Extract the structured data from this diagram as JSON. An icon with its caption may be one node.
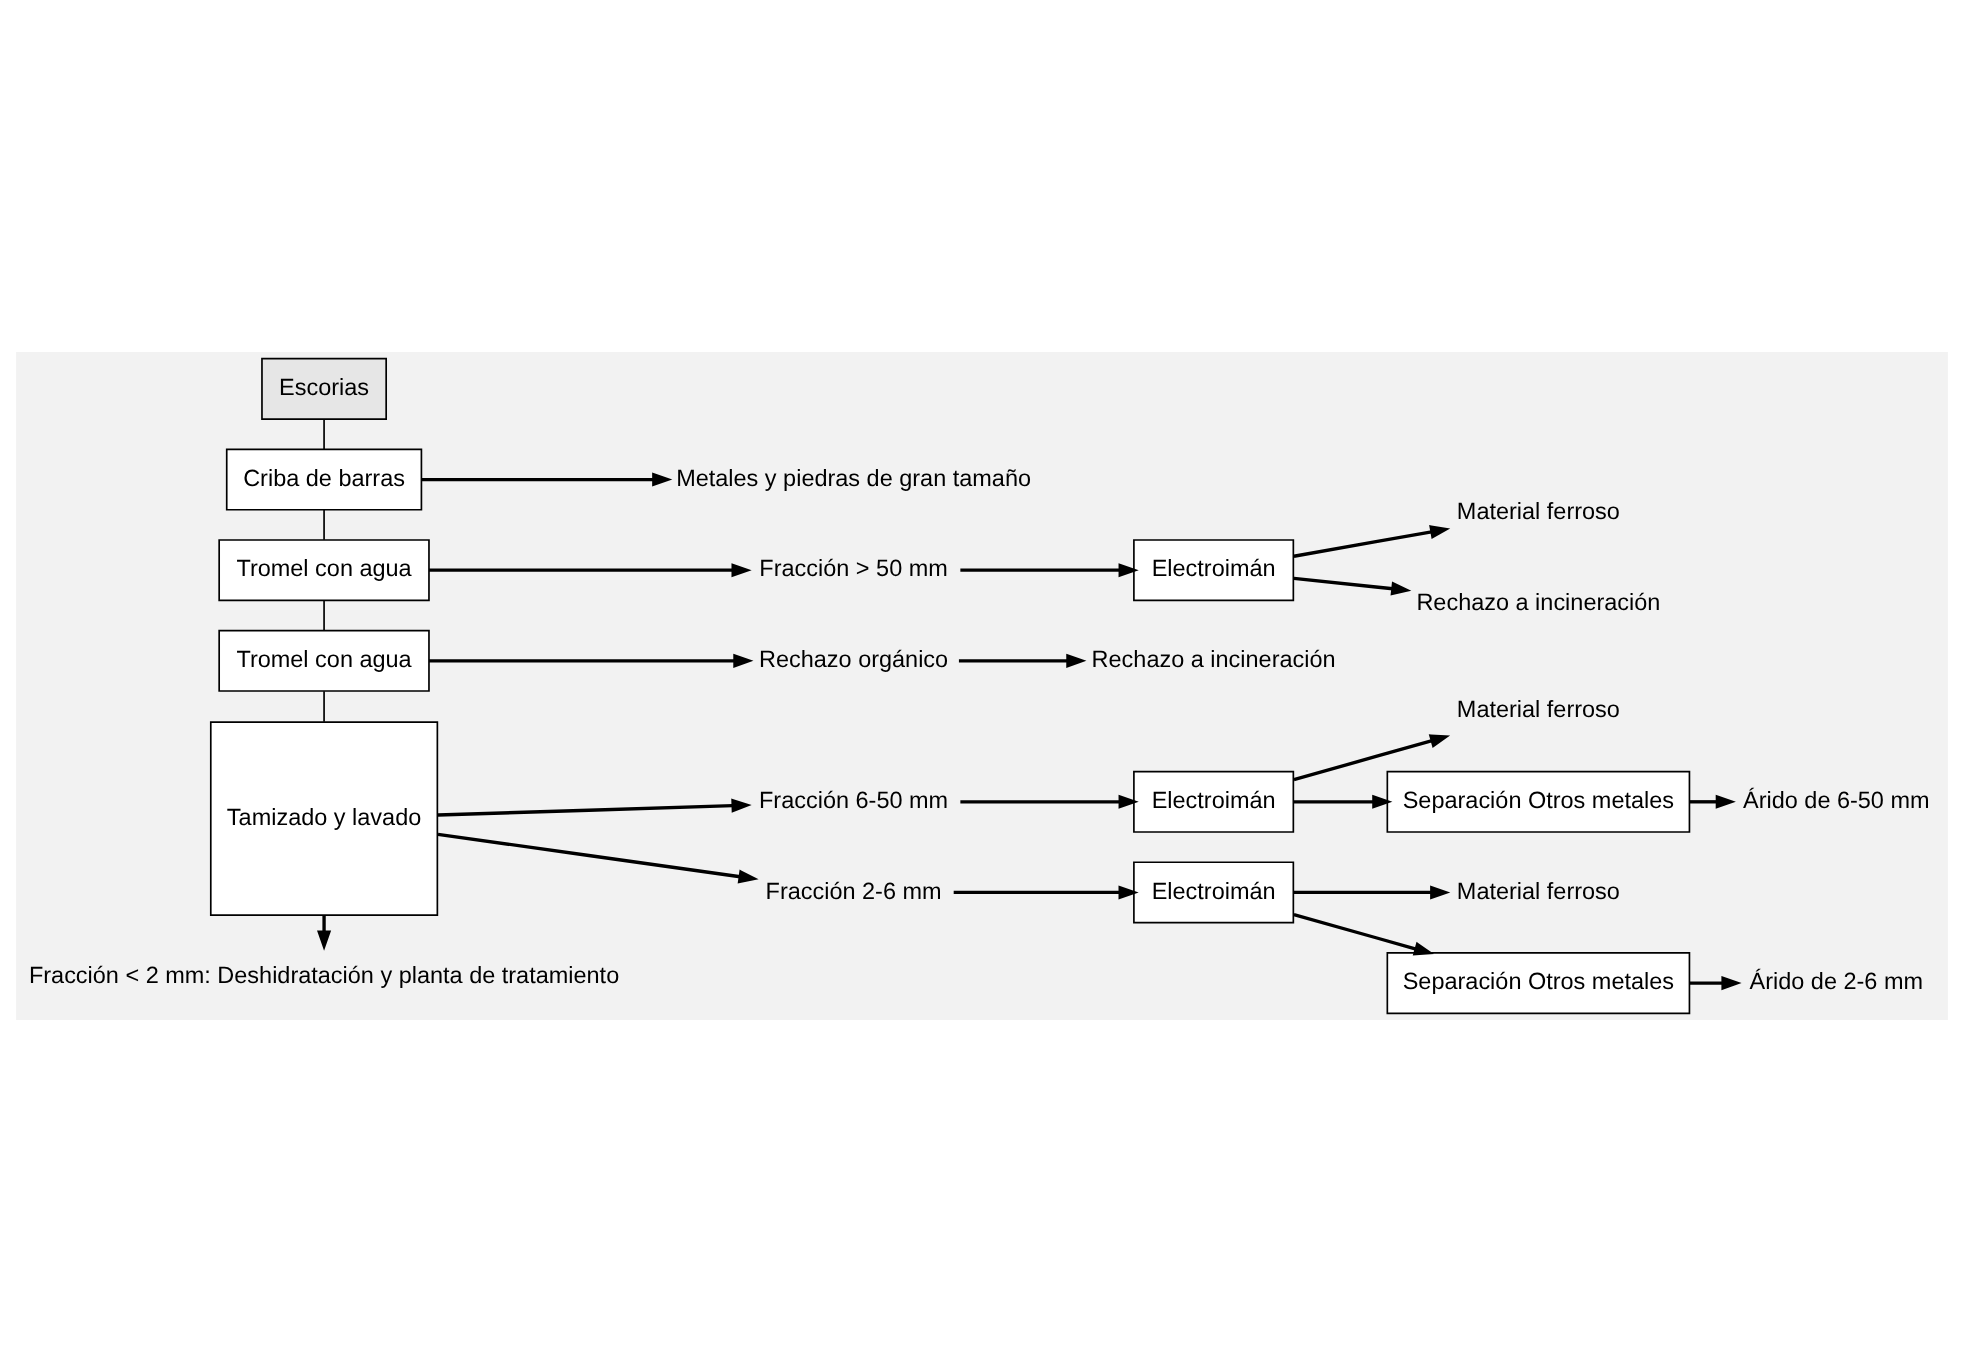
{
  "diagram": {
    "nodes": [
      {
        "text": [
          "Escorias"
        ]
      },
      {
        "text": [
          "Criba de barras"
        ]
      },
      {
        "text": [
          "Metales y piedras de gran tamaño"
        ]
      },
      {
        "text": [
          "Tromel con agua"
        ]
      },
      {
        "text": [
          "Fracción > 50 mm"
        ]
      },
      {
        "text": [
          "Electroimán"
        ]
      },
      {
        "text": [
          "Material ferroso"
        ]
      },
      {
        "text": [
          "Rechazo a incineración"
        ]
      },
      {
        "text": [
          "Tromel con agua"
        ]
      },
      {
        "text": [
          "Rechazo orgánico"
        ]
      },
      {
        "text": [
          "Rechazo a incineración"
        ]
      },
      {
        "text": [
          "Tamizado y lavado"
        ]
      },
      {
        "text": [
          "Fracción 6-50 mm"
        ]
      },
      {
        "text": [
          "Electroimán"
        ]
      },
      {
        "text": [
          "Material ferroso"
        ]
      },
      {
        "text": [
          "Separación Otros metales"
        ]
      },
      {
        "text": [
          "Árido de 6-50 mm"
        ]
      },
      {
        "text": [
          "Fracción 2-6 mm"
        ]
      },
      {
        "text": [
          "Electroimán"
        ]
      },
      {
        "text": [
          "Material ferroso"
        ]
      },
      {
        "text": [
          "Separación Otros metales"
        ]
      },
      {
        "text": [
          "Árido de 2-6 mm"
        ]
      },
      {
        "text": [
          "Fracción < 2 mm: Deshidratación y planta de tratamiento"
        ]
      }
    ],
    "edges": [
      {
        "from": 0,
        "to": 1,
        "arrow": "none"
      },
      {
        "from": 1,
        "to": 3,
        "arrow": "none"
      },
      {
        "from": 3,
        "to": 8,
        "arrow": "none"
      },
      {
        "from": 8,
        "to": 11,
        "arrow": "none"
      },
      {
        "from": 1,
        "to": 2,
        "arrow": "to"
      },
      {
        "from": 3,
        "to": 4,
        "arrow": "to"
      },
      {
        "from": 4,
        "to": 5,
        "arrow": "to"
      },
      {
        "from": 5,
        "to": 6,
        "arrow": "to"
      },
      {
        "from": 5,
        "to": 7,
        "arrow": "to"
      },
      {
        "from": 8,
        "to": 9,
        "arrow": "to"
      },
      {
        "from": 9,
        "to": 10,
        "arrow": "to"
      },
      {
        "from": 11,
        "to": 12,
        "arrow": "to"
      },
      {
        "from": 12,
        "to": 13,
        "arrow": "to"
      },
      {
        "from": 13,
        "to": 14,
        "arrow": "to"
      },
      {
        "from": 13,
        "to": 15,
        "arrow": "to"
      },
      {
        "from": 15,
        "to": 16,
        "arrow": "to"
      },
      {
        "from": 11,
        "to": 17,
        "arrow": "to"
      },
      {
        "from": 17,
        "to": 18,
        "arrow": "to"
      },
      {
        "from": 18,
        "to": 19,
        "arrow": "to"
      },
      {
        "from": 18,
        "to": 20,
        "arrow": "to"
      },
      {
        "from": 20,
        "to": 21,
        "arrow": "to"
      },
      {
        "from": 11,
        "to": 22,
        "arrow": "to"
      }
    ]
  }
}
